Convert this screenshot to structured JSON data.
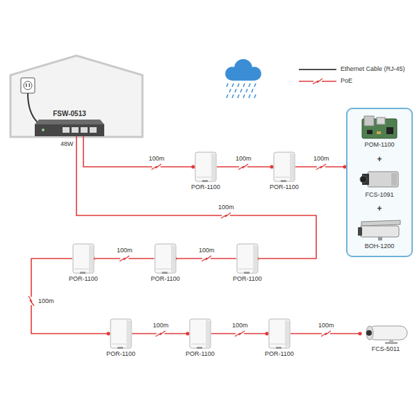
{
  "diagram": {
    "nodes": [
      {
        "text": [
          "FSW-0513"
        ]
      },
      {
        "text": [
          "POR-1100"
        ]
      },
      {
        "text": [
          "POR-1100"
        ]
      },
      {
        "text": [
          "+",
          "+"
        ]
      },
      {
        "text": [
          "POM-1100"
        ],
        "in": 3
      },
      {
        "text": [
          "FCS-1091"
        ],
        "in": 3
      },
      {
        "text": [
          "BOH-1200"
        ],
        "in": 3
      },
      {
        "text": [
          "POR-1100"
        ]
      },
      {
        "text": [
          "POR-1100"
        ]
      },
      {
        "text": [
          "POR-1100"
        ]
      },
      {
        "text": [
          "POR-1100"
        ]
      },
      {
        "text": [
          "POR-1100"
        ]
      },
      {
        "text": [
          "POR-1100"
        ]
      },
      {
        "text": [
          "FCS-5011"
        ]
      }
    ],
    "edges": [
      {
        "from": 0,
        "to": 1,
        "label": "100m",
        "arrow": "none"
      },
      {
        "from": 1,
        "to": 2,
        "label": "100m",
        "arrow": "none"
      },
      {
        "from": 2,
        "to": 3,
        "label": "100m",
        "arrow": "none"
      },
      {
        "from": 0,
        "to": 9,
        "label": "100m",
        "arrow": "none"
      },
      {
        "from": 9,
        "to": 8,
        "label": "100m",
        "arrow": "none"
      },
      {
        "from": 8,
        "to": 7,
        "label": "100m",
        "arrow": "none"
      },
      {
        "from": 7,
        "to": 10,
        "label": "100m",
        "arrow": "none"
      },
      {
        "from": 10,
        "to": 11,
        "label": "100m",
        "arrow": "none"
      },
      {
        "from": 11,
        "to": 12,
        "label": "100m",
        "arrow": "none"
      },
      {
        "from": 12,
        "to": 13,
        "label": "100m",
        "arrow": "none"
      }
    ],
    "labels": [
      "48W"
    ],
    "legend": [
      {
        "text": "Ethernet Cable (RJ-45)"
      },
      {
        "text": "PoE"
      }
    ]
  }
}
